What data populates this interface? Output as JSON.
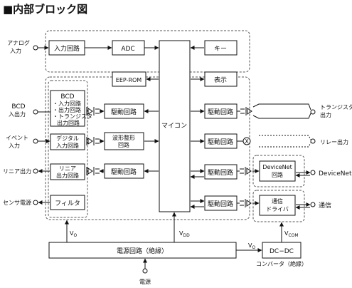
{
  "title": "■内部ブロック図",
  "blocks": {
    "input_circuit": "入力回路",
    "adc": "ADC",
    "key": "キー",
    "eeprom": "EEP-ROM",
    "display": "表示",
    "mcu": "マイコン",
    "bcd_lines": [
      "BCD",
      "・入力回路",
      "・出力回路",
      "・トランジスタ",
      "出力回路"
    ],
    "digital_input": [
      "デジタル",
      "入力回路"
    ],
    "linear": [
      "リニア",
      "出力回路"
    ],
    "filter": "フィルタ",
    "drive": "駆動回路",
    "waveshape": [
      "波形整形",
      "回路"
    ],
    "devicenet_circuit": [
      "DeviceNet",
      "回路"
    ],
    "comm_driver": [
      "通信",
      "ドライバ"
    ],
    "power_circuit": "電源回路（絶縁）",
    "dcdc": "DC−DC",
    "converter": "コンバータ（絶縁）",
    "relay_x": "X"
  },
  "left_labels": {
    "analog": [
      "アナログ",
      "入力"
    ],
    "bcd_io": [
      "BCD",
      "入出力"
    ],
    "event": [
      "イベント",
      "入力"
    ],
    "linear_out": "リニア出力",
    "sensor_power": "センサ電源"
  },
  "right_labels": {
    "transistor": [
      "トランジスタ",
      "出力"
    ],
    "relay": "リレー出力",
    "devicenet": "DeviceNet",
    "comm": "通信"
  },
  "bottom_label": "電源",
  "voltages": {
    "vo": "V",
    "vo_sub": "O",
    "vdd": "V",
    "vdd_sub": "DD",
    "vcom": "V",
    "vcom_sub": "COM"
  }
}
